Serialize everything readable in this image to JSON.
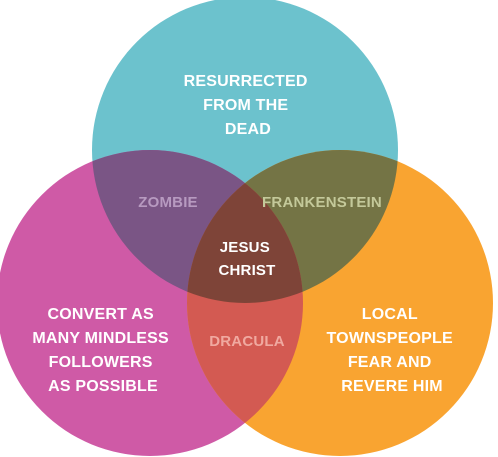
{
  "colors": {
    "top": "#6cc2cd",
    "left": "#cf5aa6",
    "right": "#f9a431",
    "top_left": "#7a5585",
    "top_right": "#747445",
    "left_right": "#d35a52",
    "center": "#7e4438",
    "zombie_text": "#b79ac0",
    "frankenstein_text": "#c4c99a",
    "dracula_text": "#f0a9a0"
  },
  "sets": {
    "top": {
      "lines": [
        "RESURRECTED",
        "FROM THE",
        "DEAD"
      ]
    },
    "left": {
      "lines": [
        "CONVERT AS",
        "MANY MINDLESS",
        "FOLLOWERS",
        "AS POSSIBLE"
      ]
    },
    "right": {
      "lines": [
        "LOCAL",
        "TOWNSPEOPLE",
        "FEAR AND",
        "REVERE HIM"
      ]
    }
  },
  "intersections": {
    "top_left": "ZOMBIE",
    "top_right": "FRANKENSTEIN",
    "left_right": "DRACULA",
    "center": {
      "lines": [
        "JESUS",
        "CHRIST"
      ]
    }
  }
}
